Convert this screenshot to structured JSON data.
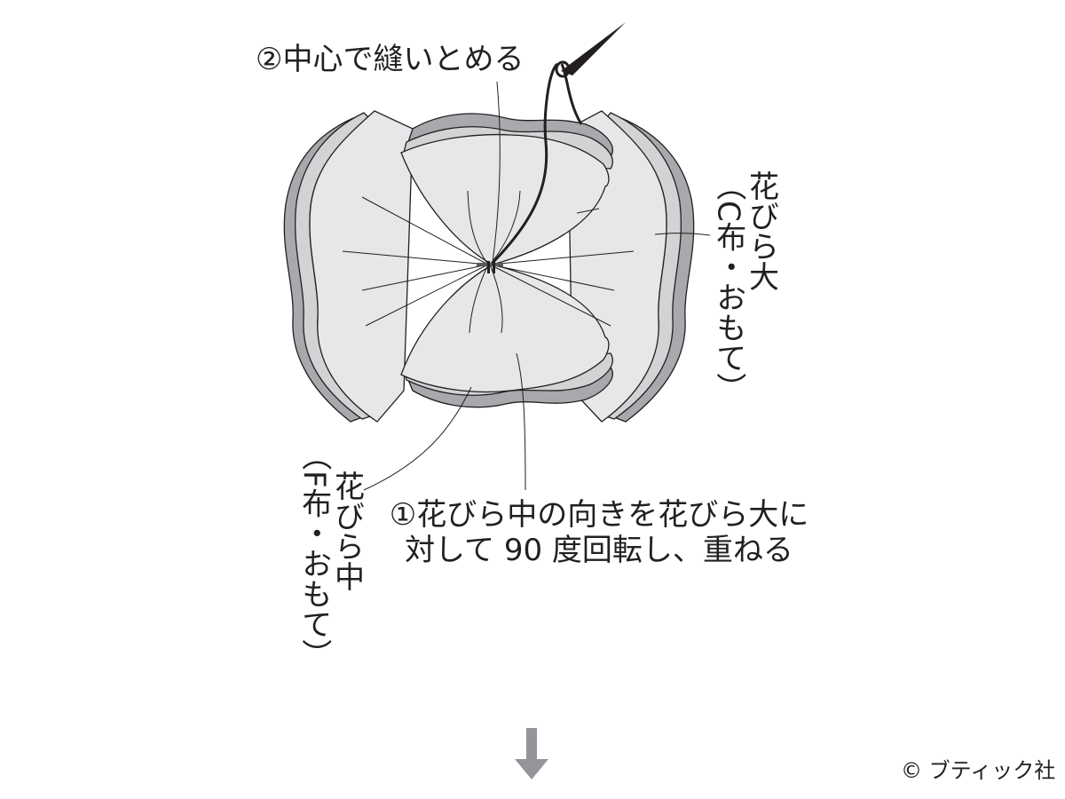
{
  "diagram": {
    "type": "sewing-instruction",
    "steps": [
      {
        "number": "①",
        "text_line1": "花びら中の向きを花びら大に",
        "text_line2": "対して 90 度回転し、重ねる"
      },
      {
        "number": "②",
        "text": "中心で縫いとめる"
      }
    ],
    "parts": {
      "petal_large": {
        "name": "花びら大",
        "detail": "（C布・おもて）"
      },
      "petal_medium": {
        "name": "花びら中",
        "detail": "（F布・おもて）"
      }
    },
    "next_arrow": "down-arrow",
    "copyright": "© ブティック社",
    "colors": {
      "fabric_fill": "#e6e7e8",
      "fabric_layer_mid": "#d1d3d4",
      "fabric_layer_dark": "#a7a9ac",
      "outline": "#231f20",
      "arrow": "#939598"
    }
  }
}
